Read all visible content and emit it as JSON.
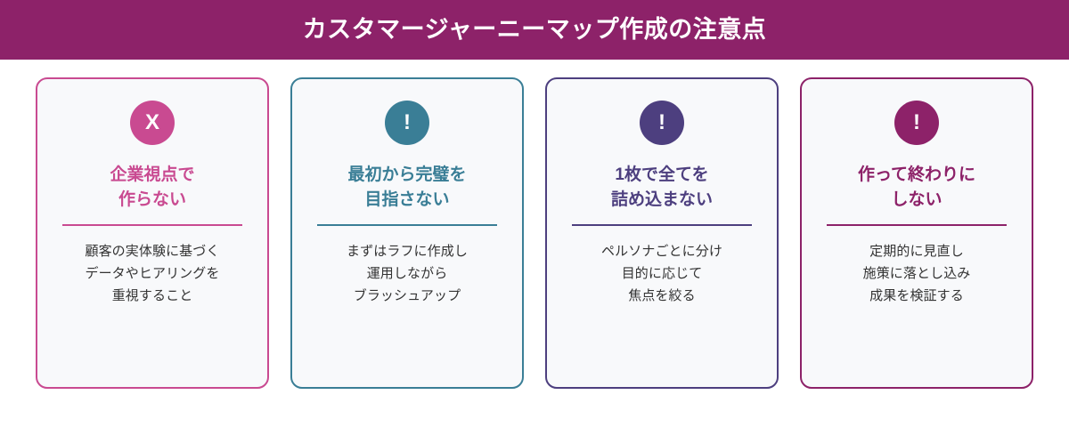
{
  "header": {
    "title": "カスタマージャーニーマップ作成の注意点",
    "band_color": "#8d2269",
    "text_color": "#ffffff"
  },
  "page": {
    "background": "#ffffff",
    "card_background": "#f8f9fb",
    "body_text_color": "#333333"
  },
  "cards": [
    {
      "icon_glyph": "X",
      "icon_name": "cross-icon",
      "accent_color": "#c94a91",
      "title": "企業視点で\n作らない",
      "body": "顧客の実体験に基づく\nデータやヒアリングを\n重視すること"
    },
    {
      "icon_glyph": "!",
      "icon_name": "exclamation-icon",
      "accent_color": "#3a7e96",
      "title": "最初から完璧を\n目指さない",
      "body": "まずはラフに作成し\n運用しながら\nブラッシュアップ"
    },
    {
      "icon_glyph": "!",
      "icon_name": "exclamation-icon",
      "accent_color": "#4d3f7f",
      "title": "1枚で全てを\n詰め込まない",
      "body": "ペルソナごとに分け\n目的に応じて\n焦点を絞る"
    },
    {
      "icon_glyph": "!",
      "icon_name": "exclamation-icon",
      "accent_color": "#8d2269",
      "title": "作って終わりに\nしない",
      "body": "定期的に見直し\n施策に落とし込み\n成果を検証する"
    }
  ]
}
